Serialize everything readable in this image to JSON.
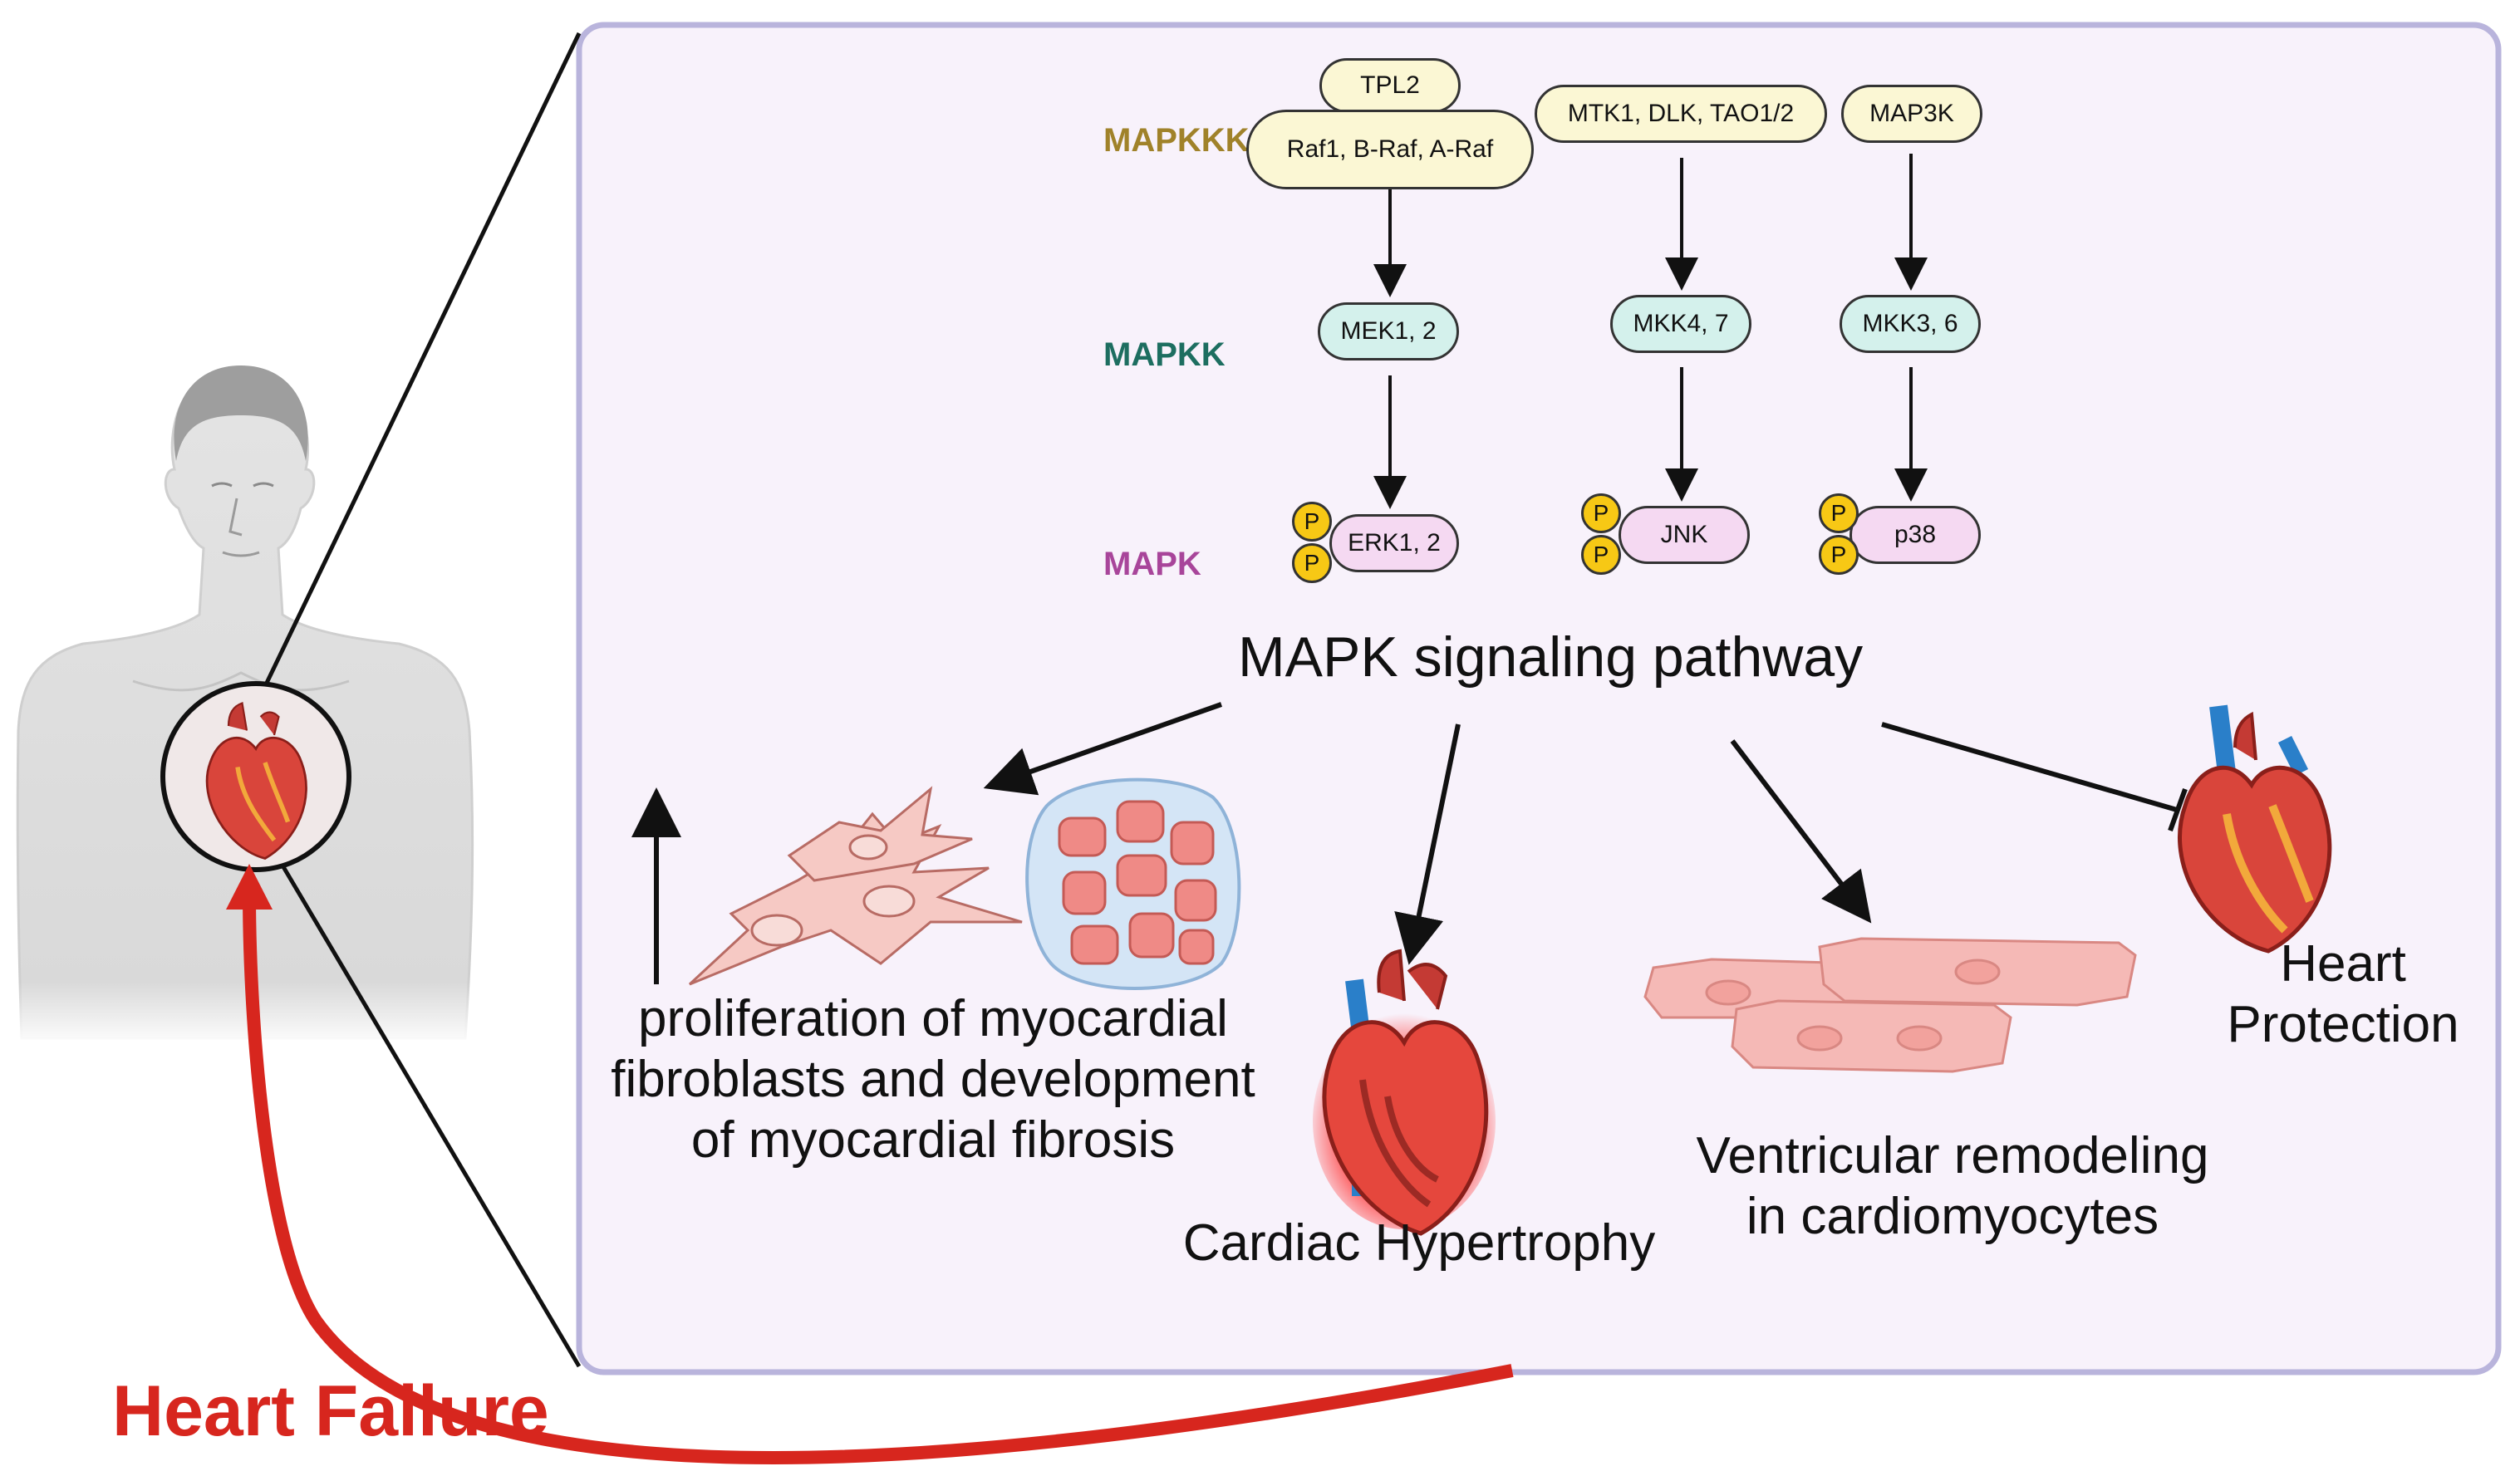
{
  "levels": {
    "mapkkk": "MAPKKK",
    "mapkk": "MAPKK",
    "mapk": "MAPK"
  },
  "kinases": {
    "tpl2": "TPL2",
    "raf": "Raf1, B-Raf, A-Raf",
    "mtk1": "MTK1, DLK, TAO1/2",
    "map3k": "MAP3K",
    "mek": "MEK1, 2",
    "mkk47": "MKK4, 7",
    "mkk36": "MKK3, 6",
    "erk": "ERK1, 2",
    "jnk": "JNK",
    "p38": "p38",
    "phospho": "P"
  },
  "pathway_title": "MAPK signaling pathway",
  "outcomes": {
    "fibrosis_line1": "proliferation of myocardial",
    "fibrosis_line2": "fibroblasts and development",
    "fibrosis_line3": "of myocardial fibrosis",
    "hypertrophy": "Cardiac Hypertrophy",
    "remodeling_line1": "Ventricular remodeling",
    "remodeling_line2": "in cardiomyocytes",
    "protection_line1": "Heart",
    "protection_line2": "Protection"
  },
  "heart_failure": "Heart Failure",
  "colors": {
    "mapkkk": "#a0822a",
    "mapkk": "#1d6e60",
    "mapk": "#a8459a",
    "panel_bg": "#f8f2fb",
    "panel_border": "#b9b4dc",
    "heart_failure": "#d7261e"
  },
  "icons": {
    "body": "human-body-icon",
    "heart": "heart-icon",
    "fibroblast": "fibroblast-cells-icon",
    "fibrosis": "fibrotic-tissue-icon",
    "hypertrophic_heart": "hypertrophic-heart-icon",
    "cardiomyocytes": "cardiomyocytes-icon"
  }
}
